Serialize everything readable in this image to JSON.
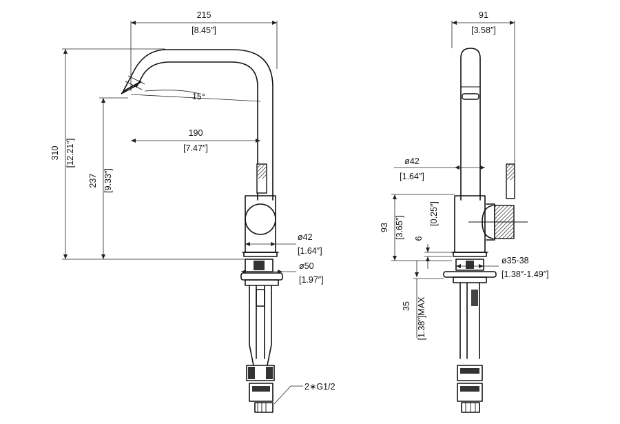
{
  "side_view": {
    "width_total": "215",
    "width_total_in": "[8.45″]",
    "spout_reach": "190",
    "spout_reach_in": "[7.47″]",
    "angle": "15°",
    "height_total": "310",
    "height_total_in": "[12.21″]",
    "spout_height": "237",
    "spout_height_in": "[9.33″]",
    "body_dia": "ø42",
    "body_dia_in": "[1.64″]",
    "base_dia": "ø50",
    "base_dia_in": "[1.97″]",
    "connection": "2∗G1/2"
  },
  "front_view": {
    "width": "91",
    "width_in": "[3.58″]",
    "body_dia": "ø42",
    "body_dia_in": "[1.64″]",
    "lever_height": "93",
    "lever_height_in": "[3.65″]",
    "base_gap": "6",
    "base_gap_in": "[0.25″]",
    "hole_dia": "ø35-38",
    "hole_dia_in": "[1.38″-1.49″]",
    "deck_max": "35",
    "deck_max_in": "[1.38″]MAX"
  }
}
